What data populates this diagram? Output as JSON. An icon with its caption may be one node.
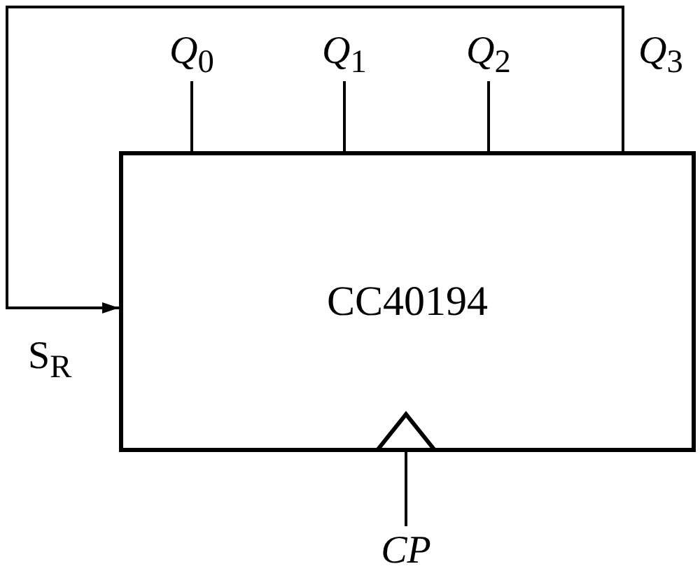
{
  "diagram": {
    "nodes": [
      {
        "text": [
          "CC40194"
        ]
      },
      {
        "text": [
          "*Q*$_{0}$"
        ]
      },
      {
        "text": [
          "*Q*$_{1}$"
        ]
      },
      {
        "text": [
          "*Q*$_{2}$"
        ]
      },
      {
        "text": [
          "CP"
        ]
      }
    ],
    "edges": [
      {
        "from": 0,
        "to": 1,
        "arrow": "none"
      },
      {
        "from": 0,
        "to": 2,
        "arrow": "none"
      },
      {
        "from": 0,
        "to": 3,
        "arrow": "none"
      },
      {
        "from": 0,
        "to": 0,
        "arrow": "to"
      },
      {
        "from": 4,
        "to": 0,
        "arrow": "none"
      }
    ],
    "labels": [
      "*Q*$_{3}$",
      "S$_{R}$"
    ]
  }
}
